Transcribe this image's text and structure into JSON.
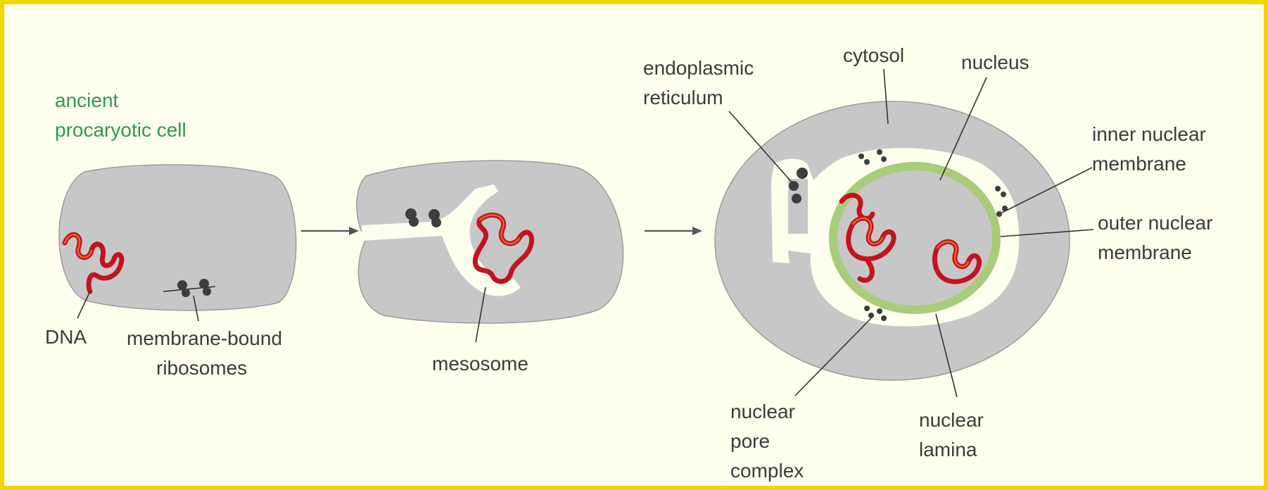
{
  "labels": {
    "ancient_line1": "ancient",
    "ancient_line2": "procaryotic cell",
    "dna": "DNA",
    "ribosomes_line1": "membrane-bound",
    "ribosomes_line2": "ribosomes",
    "mesosome": "mesosome",
    "er_line1": "endoplasmic",
    "er_line2": "reticulum",
    "cytosol": "cytosol",
    "nucleus": "nucleus",
    "inner_line1": "inner nuclear",
    "inner_line2": "membrane",
    "outer_line1": "outer nuclear",
    "outer_line2": "membrane",
    "pore_line1": "nuclear",
    "pore_line2": "pore",
    "pore_line3": "complex",
    "lamina_line1": "nuclear",
    "lamina_line2": "lamina"
  },
  "colors": {
    "frame": "#f2d400",
    "background": "#ffffee",
    "cell": "#c7c7c7",
    "dna": "#c2141e",
    "lamina": "#a8cc7a",
    "title_text": "#2f9a4a"
  }
}
